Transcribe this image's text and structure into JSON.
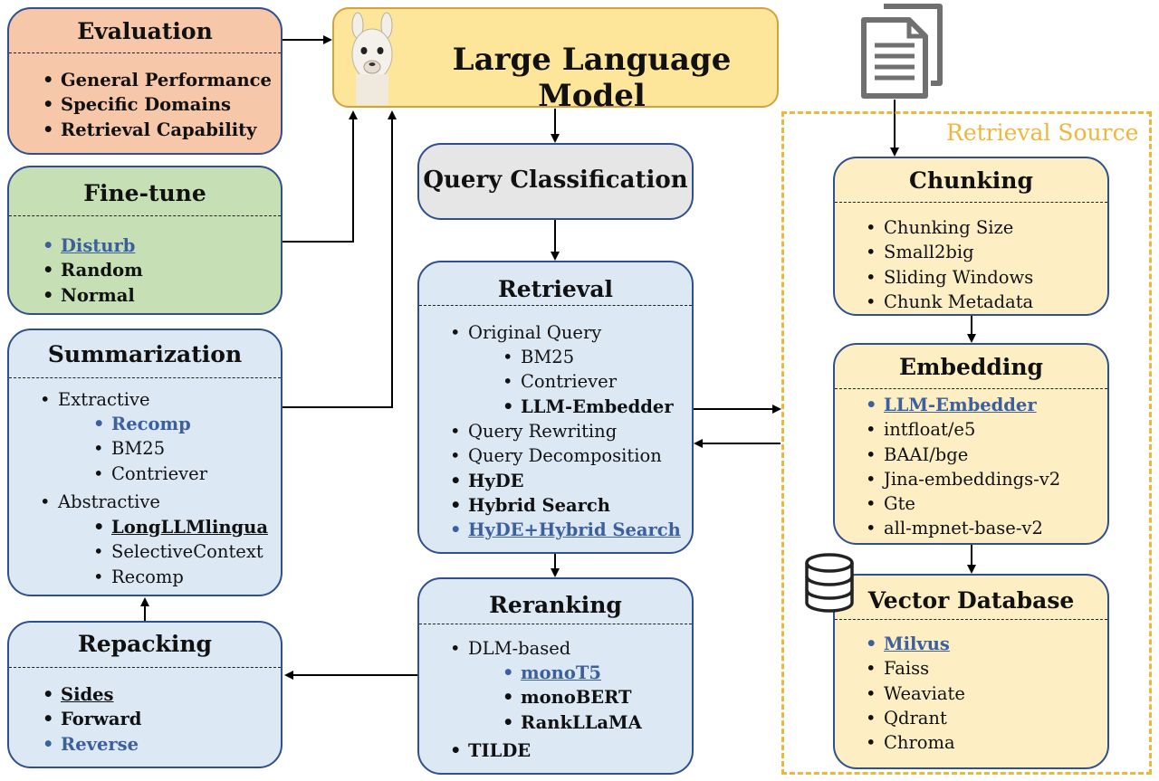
{
  "llm": {
    "title": "Large Language Model"
  },
  "retrieval_source": {
    "label": "Retrieval Source"
  },
  "evaluation": {
    "title": "Evaluation",
    "items": [
      "General Performance",
      "Specific Domains",
      "Retrieval Capability"
    ]
  },
  "finetune": {
    "title": "Fine-tune",
    "items": [
      "Disturb",
      "Random",
      "Normal"
    ]
  },
  "summarization": {
    "title": "Summarization",
    "extractive": "Extractive",
    "extractive_items": [
      "Recomp",
      "BM25",
      "Contriever"
    ],
    "abstractive": "Abstractive",
    "abstractive_items": [
      "LongLLMlingua",
      "SelectiveContext",
      "Recomp"
    ]
  },
  "repacking": {
    "title": "Repacking",
    "items": [
      "Sides",
      "Forward",
      "Reverse"
    ]
  },
  "query_classification": {
    "title": "Query Classification"
  },
  "retrieval": {
    "title": "Retrieval",
    "original_query": "Original Query",
    "original_items": [
      "BM25",
      "Contriever",
      "LLM-Embedder"
    ],
    "items": [
      "Query Rewriting",
      "Query Decomposition",
      "HyDE",
      "Hybrid Search",
      "HyDE+Hybrid Search"
    ]
  },
  "reranking": {
    "title": "Reranking",
    "dlm": "DLM-based",
    "dlm_items": [
      "monoT5",
      "monoBERT",
      "RankLLaMA"
    ],
    "tilde": "TILDE"
  },
  "chunking": {
    "title": "Chunking",
    "items": [
      "Chunking Size",
      "Small2big",
      "Sliding Windows",
      "Chunk Metadata"
    ]
  },
  "embedding": {
    "title": "Embedding",
    "items": [
      "LLM-Embedder",
      "intfloat/e5",
      "BAAI/bge",
      "Jina-embeddings-v2",
      "Gte",
      "all-mpnet-base-v2"
    ]
  },
  "vector_db": {
    "title": "Vector Database",
    "items": [
      "Milvus",
      "Faiss",
      "Weaviate",
      "Qdrant",
      "Chroma"
    ]
  },
  "icons": {
    "llm": "llama-icon",
    "documents": "documents-icon",
    "database": "database-icon"
  },
  "colors": {
    "evaluation": "#f6c7a8",
    "finetune": "#c6dfb4",
    "pipeline": "#dde8f5",
    "source": "#fdeec3",
    "llm": "#fde69a",
    "frame": "#f2b53c",
    "highlight": "#3c5f9e"
  }
}
